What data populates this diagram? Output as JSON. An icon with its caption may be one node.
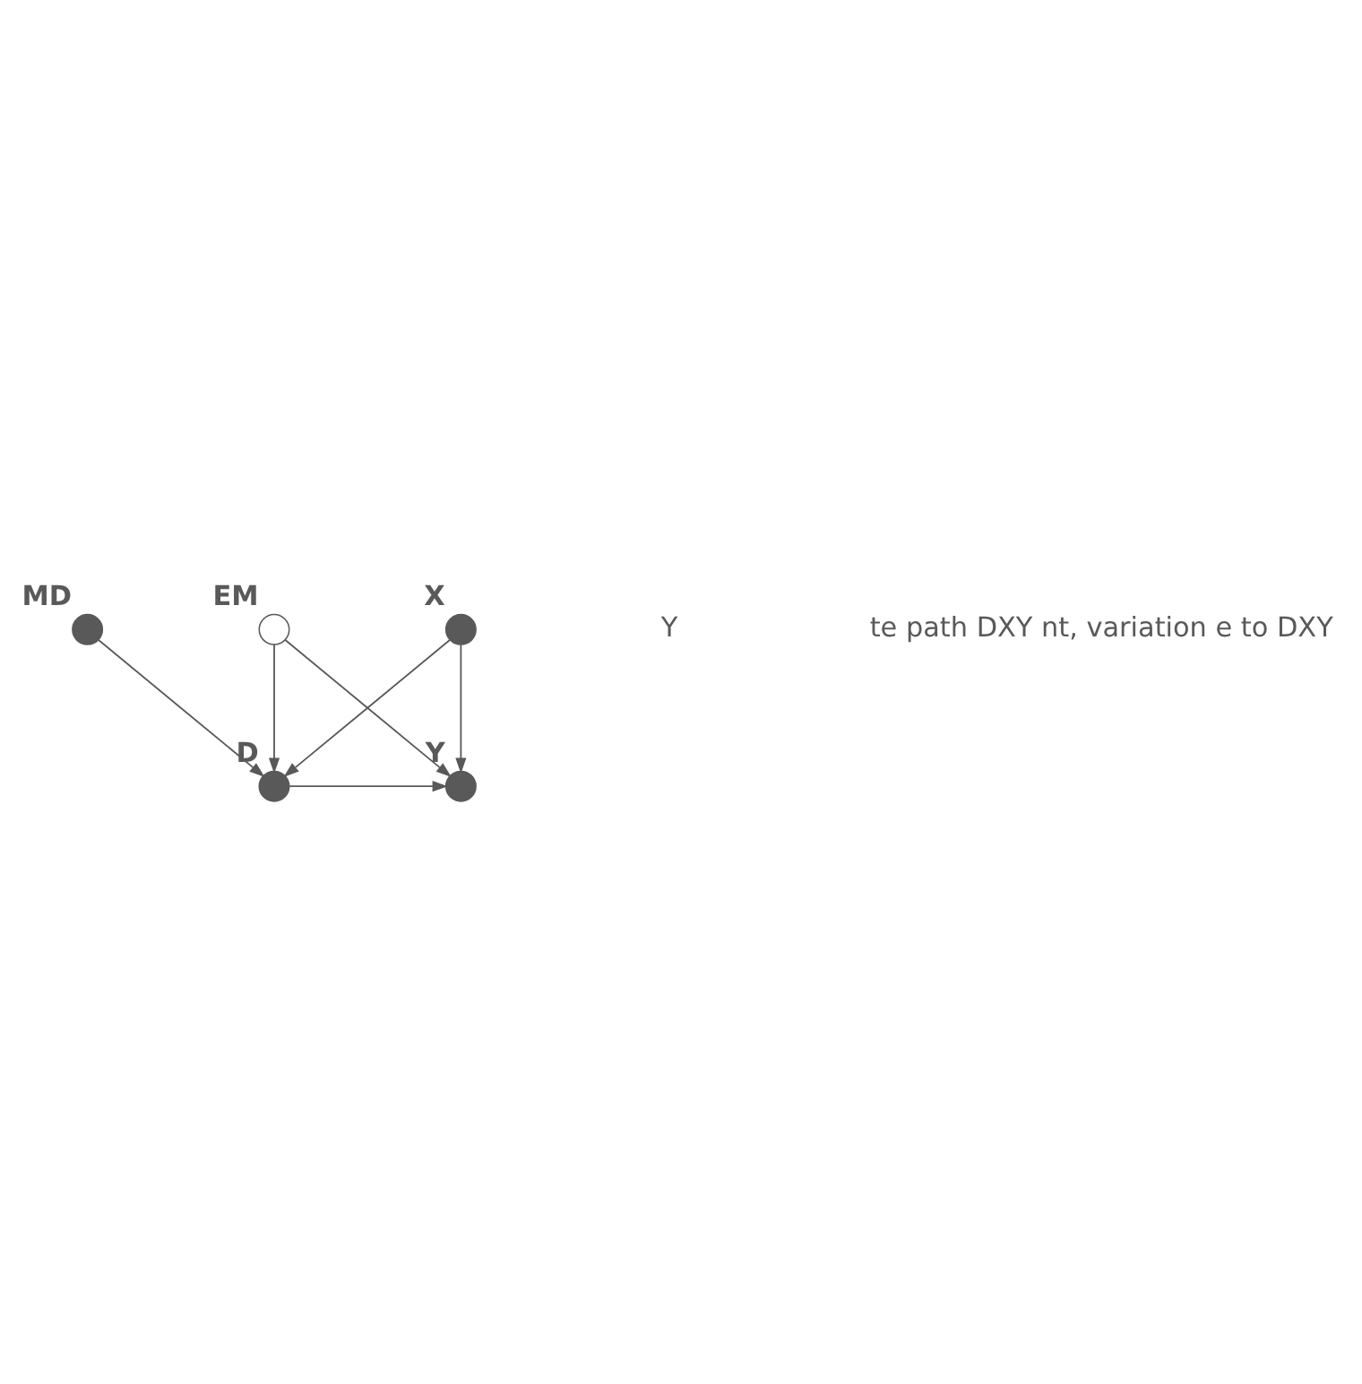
{
  "diagram": {
    "nodes": [
      {
        "text": [
          "MD"
        ]
      },
      {
        "text": [
          "X"
        ]
      },
      {
        "text": [
          "D"
        ]
      },
      {
        "text": [
          "Y"
        ]
      },
      {
        "text": [
          "EM"
        ]
      }
    ],
    "edges": [
      {
        "from": 0,
        "to": 2,
        "arrow": "to"
      },
      {
        "from": 1,
        "to": 2,
        "arrow": "to"
      },
      {
        "from": 1,
        "to": 3,
        "arrow": "to"
      },
      {
        "from": 2,
        "to": 3,
        "arrow": "to"
      },
      {
        "from": 4,
        "to": 2,
        "arrow": "to"
      },
      {
        "from": 4,
        "to": 3,
        "arrow": "to"
      }
    ],
    "labels": [
      "Y",
      "te path DXY nt, variation e to DXY"
    ]
  }
}
